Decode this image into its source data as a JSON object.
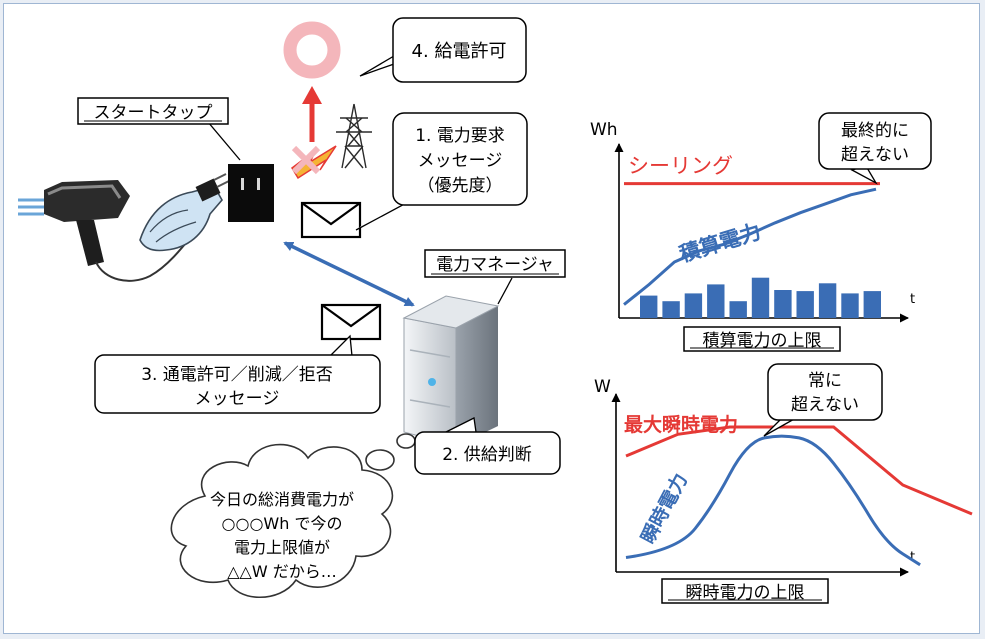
{
  "callouts": {
    "start_tap": "スタートタップ",
    "permission": "4. 給電許可",
    "request_line1": "1. 電力要求",
    "request_line2": "メッセージ",
    "request_line3": "（優先度）",
    "manager": "電力マネージャ",
    "response_line1": "3. 通電許可／削減／拒否",
    "response_line2": "メッセージ",
    "judgement": "2. 供給判断"
  },
  "thought_bubble": {
    "line1": "今日の総消費電力が",
    "line2": "○○○Wh で今の",
    "line3": "電力上限値が",
    "line4": "△△W だから…"
  },
  "colors": {
    "accent_red": "#e53935",
    "accent_blue": "#3a6db5",
    "bar_blue": "#3a6db5",
    "ok_circle": "#f4b6bb"
  },
  "chart_data": [
    {
      "type": "bar",
      "title": "積算電力の上限",
      "ylabel": "Wh",
      "xlabel": "t",
      "ceiling_label": "シーリング",
      "curve_label": "積算電力",
      "note_line1": "最終的に",
      "note_line2": "超えない",
      "values": [
        2,
        1.5,
        2.2,
        3,
        1.5,
        3.6,
        2.5,
        2.4,
        3.1,
        2.2,
        2.4
      ],
      "ceiling": 12,
      "cumulative_points": [
        [
          0,
          1.2
        ],
        [
          1,
          3
        ],
        [
          2,
          5
        ],
        [
          3,
          6
        ],
        [
          4,
          6.6
        ],
        [
          5,
          7.5
        ],
        [
          6,
          8.5
        ],
        [
          7,
          9.4
        ],
        [
          8,
          10.2
        ],
        [
          9,
          11
        ],
        [
          10,
          11.5
        ]
      ],
      "ylim": [
        0,
        15
      ]
    },
    {
      "type": "line",
      "title": "瞬時電力の上限",
      "ylabel": "W",
      "xlabel": "t",
      "limit_label": "最大瞬時電力",
      "curve_label": "瞬時電力",
      "note_line1": "常に",
      "note_line2": "超えない",
      "limit_points": [
        [
          0,
          8
        ],
        [
          1.5,
          9.5
        ],
        [
          3,
          10
        ],
        [
          6,
          10
        ],
        [
          8,
          6
        ],
        [
          10,
          4
        ]
      ],
      "power_points": [
        [
          0,
          1
        ],
        [
          1.5,
          1.5
        ],
        [
          2.5,
          4.5
        ],
        [
          3.5,
          9
        ],
        [
          4.5,
          9.5
        ],
        [
          5.5,
          9
        ],
        [
          6.5,
          6
        ],
        [
          7.5,
          2
        ],
        [
          8.5,
          0.5
        ]
      ],
      "ylim": [
        0,
        12
      ]
    }
  ]
}
